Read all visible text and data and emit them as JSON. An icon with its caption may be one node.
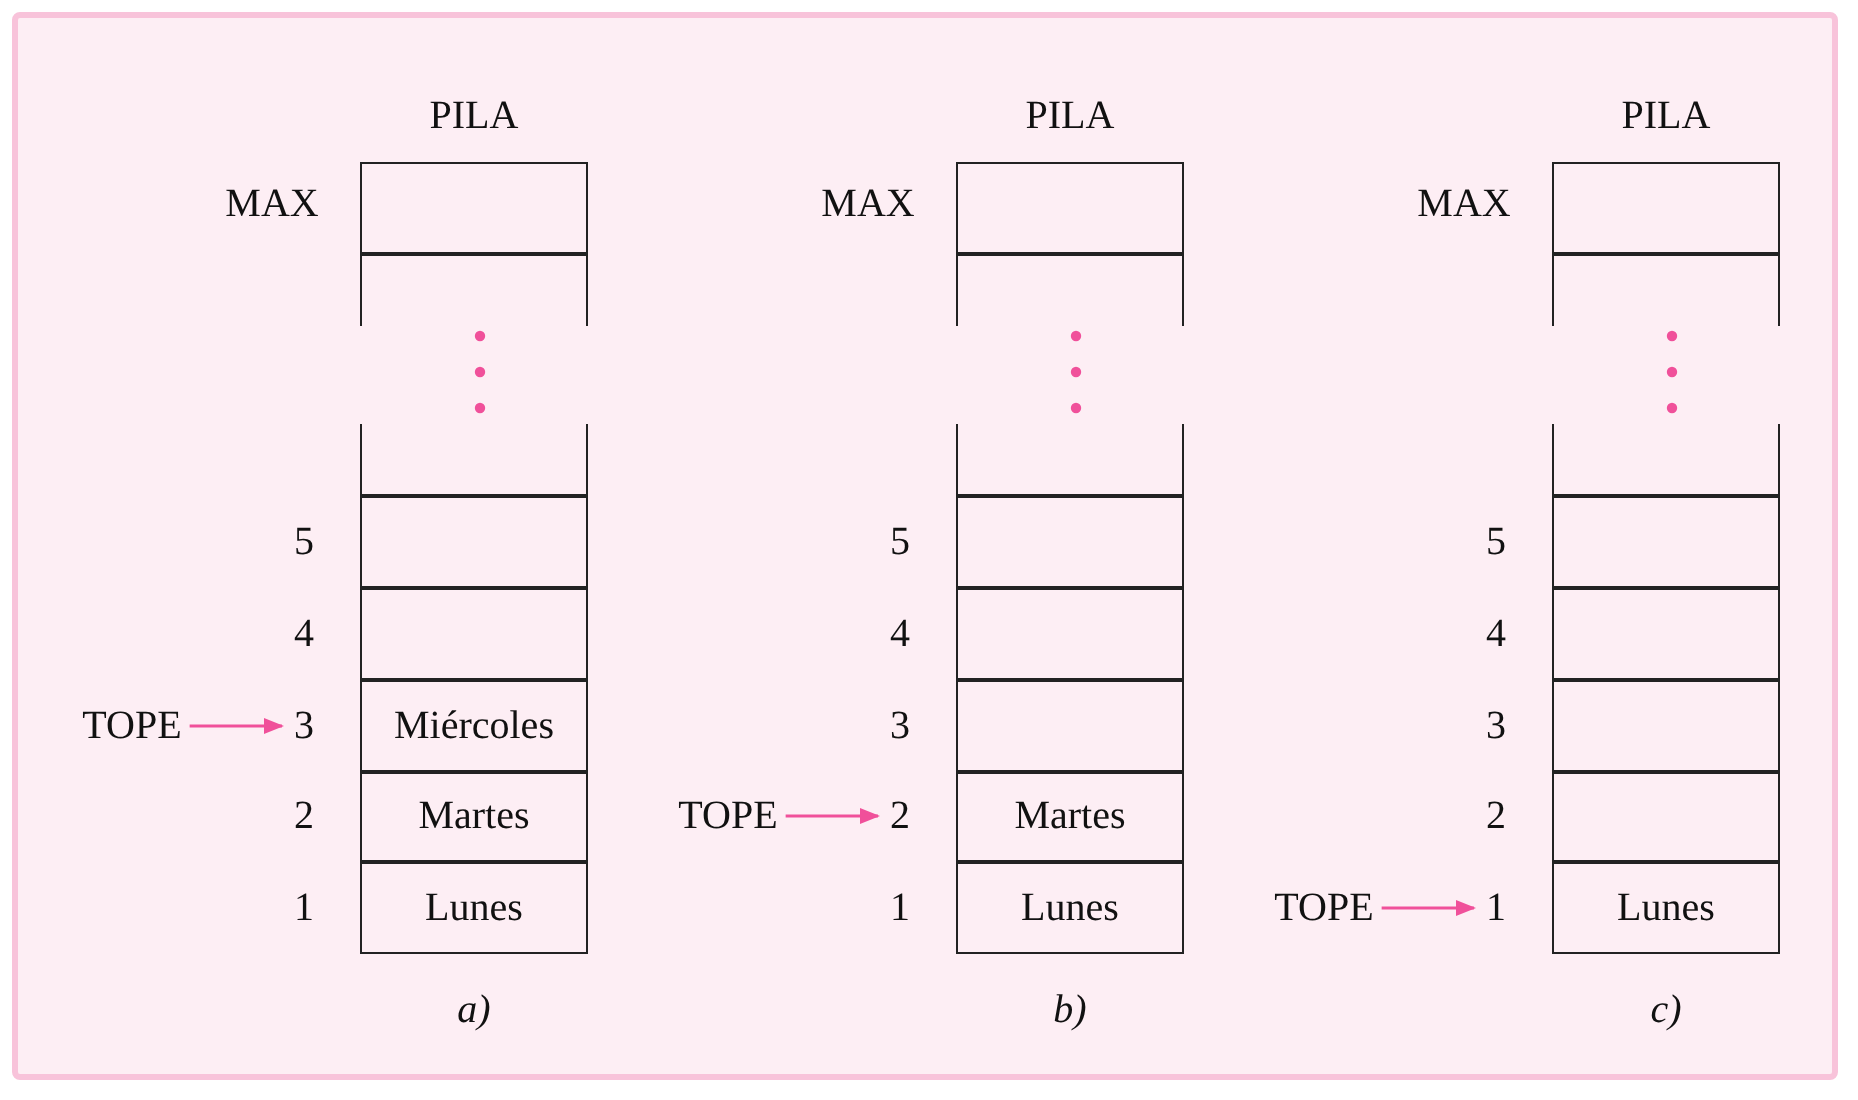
{
  "diagram": {
    "nodes": [
      {
        "text": [],
        "shape": "box"
      },
      {
        "text": [],
        "shape": "box"
      },
      {
        "text": [],
        "shape": "box"
      },
      {
        "text": [],
        "shape": "box"
      },
      {
        "text": [],
        "shape": "box"
      },
      {
        "text": [
          "Miércoles"
        ]
      },
      {
        "text": [
          "Martes"
        ]
      },
      {
        "text": [
          "Lunes"
        ]
      },
      {
        "text": [
          "TOPE"
        ]
      },
      {
        "text": [
          "3"
        ]
      },
      {
        "text": [],
        "shape": "box"
      },
      {
        "text": [],
        "shape": "box"
      },
      {
        "text": [],
        "shape": "box"
      },
      {
        "text": [],
        "shape": "box"
      },
      {
        "text": [],
        "shape": "box"
      },
      {
        "text": [],
        "shape": "box"
      },
      {
        "text": [
          "Martes"
        ]
      },
      {
        "text": [
          "Lunes"
        ]
      },
      {
        "text": [
          "TOPE"
        ]
      },
      {
        "text": [
          "2"
        ]
      },
      {
        "text": [],
        "shape": "box"
      },
      {
        "text": [],
        "shape": "box"
      },
      {
        "text": [],
        "shape": "box"
      },
      {
        "text": [],
        "shape": "box"
      },
      {
        "text": [],
        "shape": "box"
      },
      {
        "text": [],
        "shape": "box"
      },
      {
        "text": [],
        "shape": "box"
      },
      {
        "text": [
          "Lunes"
        ]
      },
      {
        "text": [
          "TOPE"
        ]
      },
      {
        "text": [
          "1"
        ]
      }
    ],
    "edges": [
      {
        "from": 8,
        "to": 9,
        "arrow": "to"
      },
      {
        "from": 18,
        "to": 19,
        "arrow": "to"
      },
      {
        "from": 28,
        "to": 29,
        "arrow": "to"
      }
    ],
    "labels": [
      "PILA",
      "MAX",
      "5",
      "4",
      "2",
      "1",
      "a)",
      "PILA",
      "MAX",
      "5",
      "4",
      "3",
      "1",
      "b)",
      "PILA",
      "MAX",
      "5",
      "4",
      "3",
      "2",
      "c)"
    ]
  }
}
